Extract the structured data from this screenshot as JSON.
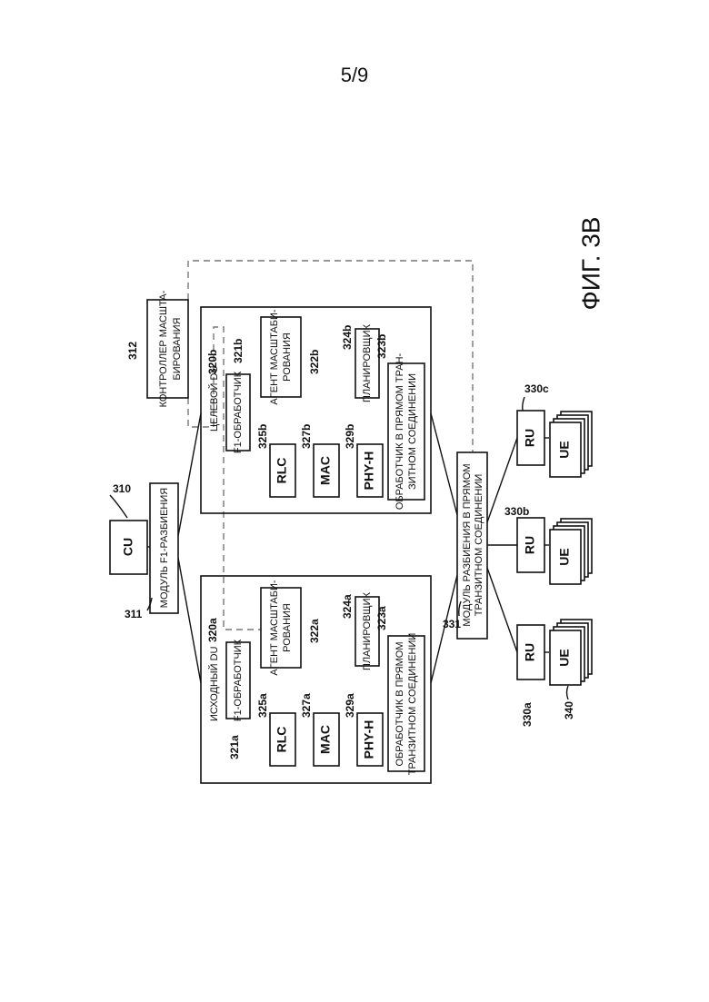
{
  "page_number": "5/9",
  "figure_caption": "ФИГ. 3B",
  "nodes": {
    "cu": {
      "label": "CU",
      "ref": "310"
    },
    "f1_split": {
      "label": "МОДУЛЬ F1-РАЗБИЕНИЯ",
      "ref": "311"
    },
    "scaling_controller": {
      "line1": "КОНТРОЛЛЕР МАСШТА-",
      "line2": "БИРОВАНИЯ",
      "ref": "312"
    },
    "fronthaul_split": {
      "line1": "МОДУЛЬ РАЗБИЕНИЯ В ПРЯМОМ",
      "line2": "ТРАНЗИТНОМ СОЕДИНЕНИИ",
      "ref": "331"
    },
    "source_du": {
      "label": "ИСХОДНЫЙ DU",
      "ref": "320a",
      "f1_handler": {
        "label": "F1-ОБРАБОТЧИК",
        "ref": "321a"
      },
      "scaling_agent": {
        "line1": "АГЕНТ МАСШТАБИ-",
        "line2": "РОВАНИЯ",
        "ref": "322a"
      },
      "fronthaul_handler": {
        "line1": "ОБРАБОТЧИК В ПРЯМОМ",
        "line2": "ТРАНЗИТНОМ СОЕДИНЕНИИ",
        "ref": "323a"
      },
      "scheduler": {
        "label": "ПЛАНИРОВЩИК",
        "ref": "324a"
      },
      "rlc": {
        "label": "RLC",
        "ref": "325a"
      },
      "mac": {
        "label": "MAC",
        "ref": "327a"
      },
      "phy": {
        "label": "PHY-H",
        "ref": "329a"
      }
    },
    "target_du": {
      "label": "ЦЕЛЕВОЙ DU",
      "ref": "320b",
      "f1_handler": {
        "label": "F1-ОБРАБОТЧИК",
        "ref": "321b"
      },
      "scaling_agent": {
        "line1": "АГЕНТ МАСШТАБИ-",
        "line2": "РОВАНИЯ",
        "ref": "322b"
      },
      "fronthaul_handler": {
        "line1": "ОБРАБОТЧИК В ПРЯМОМ ТРАН-",
        "line2": "ЗИТНОМ СОЕДИНЕНИИ",
        "ref": "323b"
      },
      "scheduler": {
        "label": "ПЛАНИРОВЩИК",
        "ref": "324b"
      },
      "rlc": {
        "label": "RLC",
        "ref": "325b"
      },
      "mac": {
        "label": "MAC",
        "ref": "327b"
      },
      "phy": {
        "label": "PHY-H",
        "ref": "329b"
      }
    },
    "ru_a": {
      "label": "RU",
      "ref": "330a"
    },
    "ru_b": {
      "label": "RU",
      "ref": "330b"
    },
    "ru_c": {
      "label": "RU",
      "ref": "330c"
    },
    "ue_label": "UE",
    "ue_ref": "340"
  }
}
